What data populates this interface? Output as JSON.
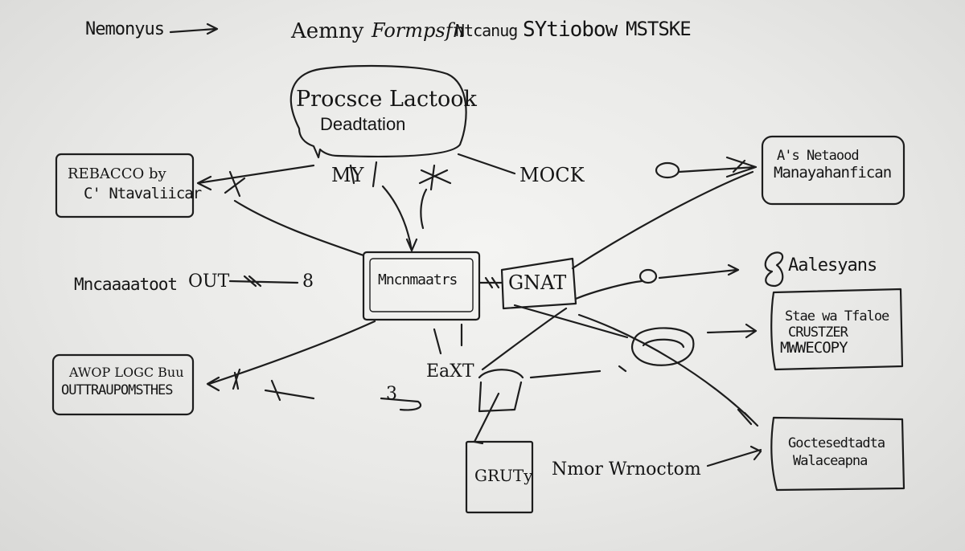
{
  "header": {
    "left_note": "Nemonyus",
    "title_1": "Aemny",
    "title_2": "Formpsfn",
    "title_3": "Ntcanug",
    "title_4": "SYtiobow",
    "title_5": "MSTSKE"
  },
  "nodes": {
    "process_top_1": "Procsce Lactook",
    "process_top_2": "Deadtation",
    "left_box_1": "REBACCO by",
    "left_box_2": "C' Ntavaliicar",
    "management_1": "A's Netaood",
    "management_2": "Manayahanfican",
    "center_box": "Mncnmaatrs",
    "gnat_box": "GNAT",
    "left_mid_label": "Mncaaaatoot",
    "left_mid_out": "OUT",
    "right_mid_label": "Aalesyans",
    "right_box3_1": "Stae wa Tfaloe",
    "right_box3_2": "CRUSTZER",
    "right_box3_3": "MWWECOPY",
    "left_bottom_1": "AWOP LOGC Buu",
    "left_bottom_2": "OUTTRAUPOMSTHES",
    "center_low": "EaXT",
    "bottom_box": "GRUTy",
    "bottom_label": "Nmor Wrnoctom",
    "right_box4_1": "Goctesedtadta",
    "right_box4_2": "Walaceapna"
  },
  "annotations": {
    "my": "MY",
    "mock": "MOCK",
    "num_8": "8",
    "num_3": "3"
  }
}
